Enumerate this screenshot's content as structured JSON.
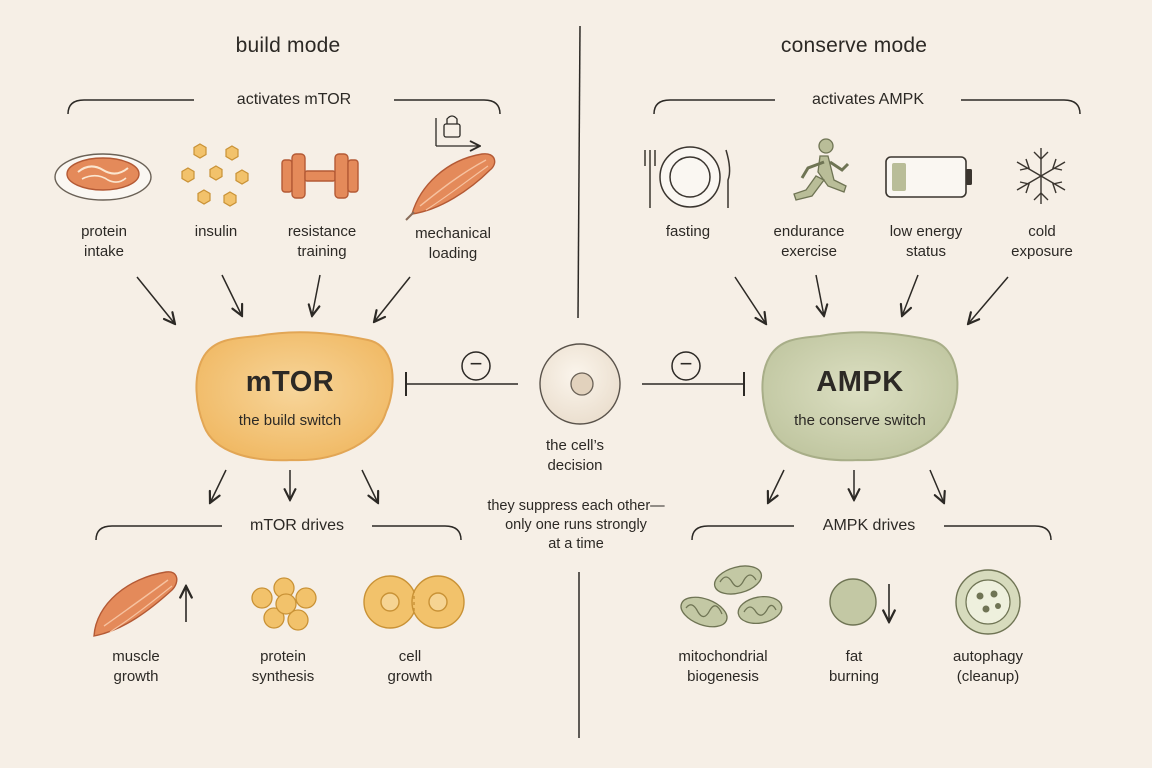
{
  "left": {
    "mode_title": "build mode",
    "inputs_heading": "activates mTOR",
    "inputs": [
      {
        "label": "protein\nintake",
        "icon": "steak-plate-icon"
      },
      {
        "label": "insulin",
        "icon": "insulin-hexagons-icon"
      },
      {
        "label": "resistance\ntraining",
        "icon": "dumbbell-icon"
      },
      {
        "label": "mechanical\nloading",
        "icon": "loaded-muscle-icon"
      }
    ],
    "hub": {
      "name": "mTOR",
      "subtitle": "the build switch"
    },
    "outputs_heading": "mTOR drives",
    "outputs": [
      {
        "label": "muscle\ngrowth",
        "icon": "muscle-up-icon"
      },
      {
        "label": "protein\nsynthesis",
        "icon": "protein-cluster-icon"
      },
      {
        "label": "cell\ngrowth",
        "icon": "dividing-cell-icon"
      }
    ]
  },
  "right": {
    "mode_title": "conserve mode",
    "inputs_heading": "activates AMPK",
    "inputs": [
      {
        "label": "fasting",
        "icon": "empty-plate-icon"
      },
      {
        "label": "endurance\nexercise",
        "icon": "runner-icon"
      },
      {
        "label": "low energy\nstatus",
        "icon": "low-battery-icon"
      },
      {
        "label": "cold\nexposure",
        "icon": "snowflake-icon"
      }
    ],
    "hub": {
      "name": "AMPK",
      "subtitle": "the conserve switch"
    },
    "outputs_heading": "AMPK drives",
    "outputs": [
      {
        "label": "mitochondrial\nbiogenesis",
        "icon": "mitochondria-icon"
      },
      {
        "label": "fat\nburning",
        "icon": "fat-droplet-down-icon"
      },
      {
        "label": "autophagy\n(cleanup)",
        "icon": "autophagy-cell-icon"
      }
    ]
  },
  "center": {
    "decision_label": "the cell’s\ndecision",
    "inhibit_symbol": "−",
    "note": "they suppress each other—\nonly one runs strongly\nat a time"
  },
  "colors": {
    "background": "#f6efe6",
    "mtor_fill": "#f3c67f",
    "ampk_fill": "#cfd3b2",
    "icon_orange": "#e48a5a",
    "ink": "#2c2925"
  }
}
